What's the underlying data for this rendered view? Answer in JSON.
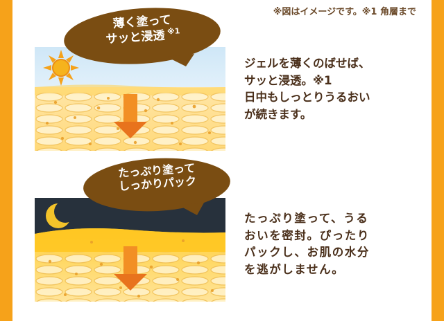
{
  "note": "※図はイメージです。※1 角層まで",
  "day": {
    "bubble_line1": "薄く塗って",
    "bubble_line2": "サッと浸透",
    "bubble_sup": "※1",
    "desc_lines": [
      "ジェルを薄くのばせば、",
      "サッと浸透。※1",
      "日中もしっとりうるおい",
      "が続きます。"
    ]
  },
  "night": {
    "bubble_line1": "たっぷり塗って",
    "bubble_line2": "しっかりパック",
    "desc_lines": [
      "たっぷり塗って、うる",
      "おいを密封。ぴったり",
      "パックし、お肌の水分",
      "を逃がしません。"
    ]
  },
  "colors": {
    "border": "#f6a21a",
    "bubble": "#7a4d12",
    "text": "#4a2f1a",
    "arrow": "#e8731d"
  },
  "icons": {
    "day": "sun-icon",
    "night": "crescent-moon-icon"
  }
}
